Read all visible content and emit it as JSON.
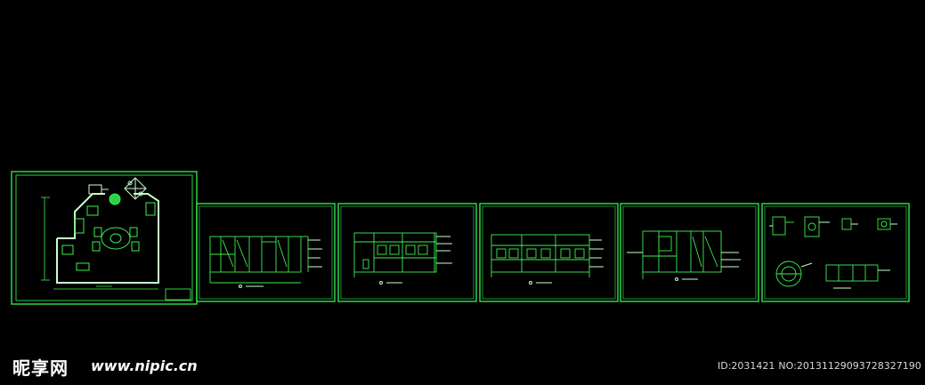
{
  "colors": {
    "background": "#000000",
    "frame": "#2dd24a",
    "line": "#3cf050",
    "detail": "#c8ffc8",
    "text": "#ffffff"
  },
  "watermark": {
    "site_logo": "昵享网",
    "site_url": "www.nipic.cn",
    "image_id": "ID:2031421",
    "image_no": "NO:20131129093728327190"
  },
  "sheets": [
    {
      "kind": "floor-plan"
    },
    {
      "kind": "elevation"
    },
    {
      "kind": "elevation"
    },
    {
      "kind": "elevation"
    },
    {
      "kind": "elevation"
    },
    {
      "kind": "details"
    }
  ]
}
